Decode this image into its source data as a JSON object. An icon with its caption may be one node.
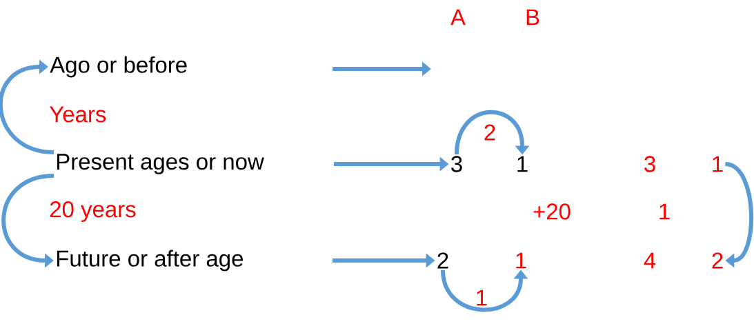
{
  "diagram": {
    "nodes": [
      {
        "text": [
          "Ago or before"
        ]
      },
      {
        "text": [
          "Present ages or now"
        ]
      },
      {
        "text": [
          "Future or after age"
        ]
      },
      {
        "text": [
          "3"
        ]
      },
      {
        "text": [
          "1"
        ]
      },
      {
        "text": [
          "2"
        ]
      },
      {
        "text": [
          "1"
        ]
      },
      {
        "text": [
          "3"
        ]
      },
      {
        "text": [
          "1"
        ]
      },
      {
        "text": [
          "4"
        ]
      },
      {
        "text": [
          "2"
        ]
      }
    ],
    "edges": [
      {
        "from": null,
        "to": 3,
        "arrow": "to"
      },
      {
        "from": null,
        "to": 5,
        "arrow": "to"
      },
      {
        "from": 1,
        "to": 0,
        "arrow": "to",
        "label": "Years"
      },
      {
        "from": 1,
        "to": 2,
        "arrow": "to",
        "label": "20 years"
      },
      {
        "from": 3,
        "to": 4,
        "arrow": "to",
        "label": "2"
      },
      {
        "from": 5,
        "to": 6,
        "arrow": "to",
        "label": "1"
      },
      {
        "from": 8,
        "to": 10,
        "arrow": "to"
      }
    ],
    "labels": [
      "A",
      "B",
      "+20",
      "1"
    ]
  }
}
